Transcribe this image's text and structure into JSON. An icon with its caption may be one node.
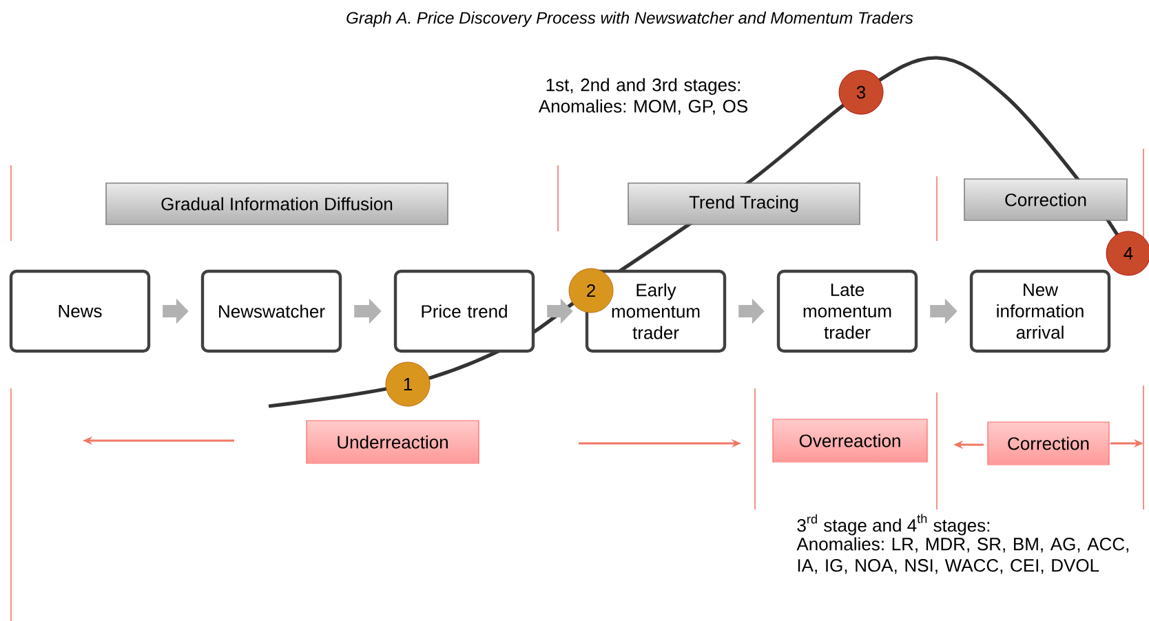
{
  "diagram": {
    "title": "Graph A. Price Discovery Process with Newswatcher and Momentum Traders",
    "nodes": [
      {
        "text": [
          "News"
        ]
      },
      {
        "text": [
          "Newswatcher"
        ]
      },
      {
        "text": [
          "Price trend"
        ]
      },
      {
        "text": [
          "Early momentum trader"
        ]
      },
      {
        "text": [
          "Late momentum trader"
        ]
      },
      {
        "text": [
          "New information arrival"
        ]
      },
      {
        "text": [
          "Gradual Information Diffusion"
        ]
      },
      {
        "text": [
          "Trend Tracing"
        ]
      },
      {
        "text": [
          "Correction"
        ]
      },
      {
        "text": [
          "Underreaction"
        ]
      },
      {
        "text": [
          "Overreaction"
        ]
      },
      {
        "text": [
          "Correction"
        ]
      },
      {
        "text": [
          "1"
        ]
      },
      {
        "text": [
          "2"
        ]
      },
      {
        "text": [
          "3"
        ]
      },
      {
        "text": [
          "4"
        ]
      }
    ],
    "edges": [
      {
        "from": 0,
        "to": 1,
        "arrow": "to"
      },
      {
        "from": 1,
        "to": 2,
        "arrow": "to"
      },
      {
        "from": 2,
        "to": 3,
        "arrow": "to"
      },
      {
        "from": 3,
        "to": 4,
        "arrow": "to"
      },
      {
        "from": 4,
        "to": 5,
        "arrow": "to"
      }
    ],
    "labels": [
      "1st, 2nd and 3rd stages: Anomalies: MOM, GP, OS",
      "\\text{3}^{\\text{rd}}\\text{ stage and 4}^{\\text{th}}\\text{ stages:}",
      "Anomalies: LR, MDR, SR, BM, AG, ACC, IA, IG, NOA, NSI, WACC, CEI, DVOL"
    ]
  }
}
